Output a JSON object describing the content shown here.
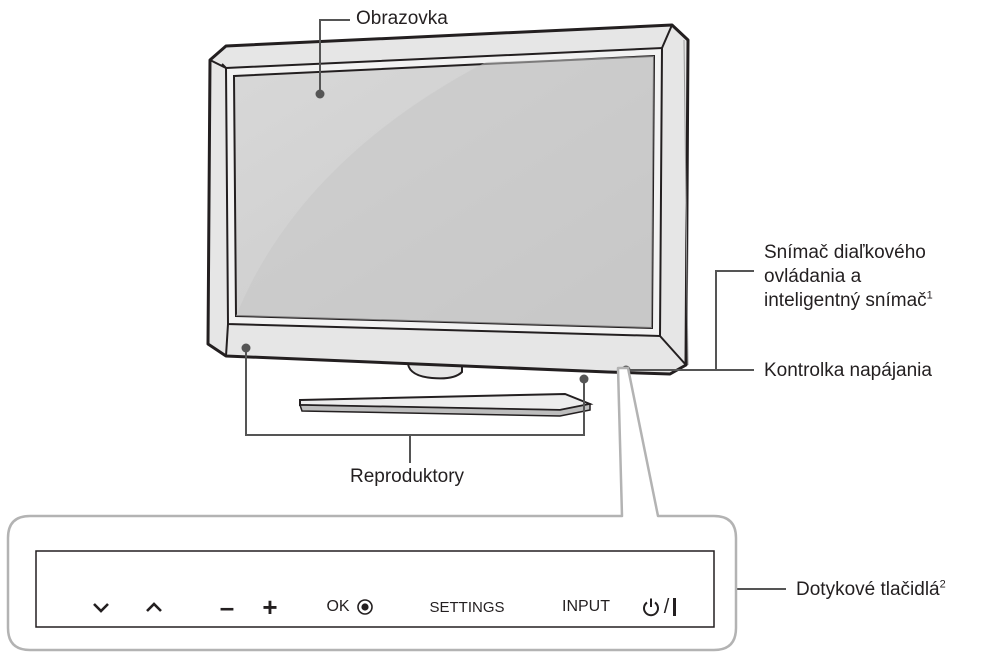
{
  "labels": {
    "screen": "Obrazovka",
    "remote_sensor_line1": "Snímač diaľkového",
    "remote_sensor_line2": "ovládania a",
    "remote_sensor_line3": "inteligentný snímač",
    "remote_sensor_sup": "1",
    "power_indicator": "Kontrolka napájania",
    "speakers": "Reproduktory",
    "touch_buttons": "Dotykové tlačidlá",
    "touch_buttons_sup": "2"
  },
  "buttons": {
    "down_icon": "chevron-down-icon",
    "up_icon": "chevron-up-icon",
    "minus": "–",
    "plus": "+",
    "ok": "OK",
    "ok_icon": "radio-dot-icon",
    "settings": "SETTINGS",
    "input": "INPUT",
    "power_icon": "power-icon",
    "power_separator": "/"
  },
  "colors": {
    "outline": "#231f20",
    "bezel": "#e6e6e6",
    "screen": "#d4d4d4",
    "panel_border": "#b3b3b3",
    "leader": "#555555"
  }
}
